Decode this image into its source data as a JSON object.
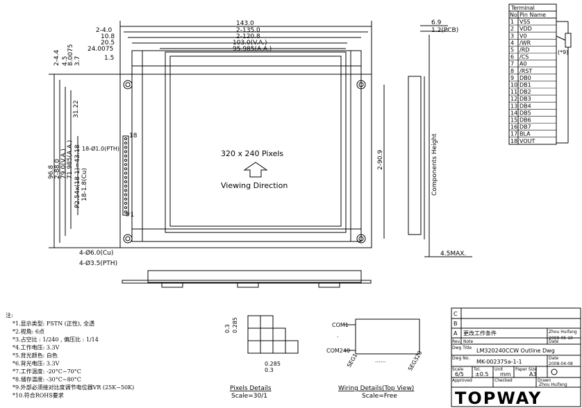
{
  "terminal": {
    "title": "Terminal",
    "header_no": "No.",
    "header_name": "Pin Name",
    "pins": [
      {
        "no": "1",
        "name": "VSS"
      },
      {
        "no": "2",
        "name": "VDD"
      },
      {
        "no": "3",
        "name": "V0"
      },
      {
        "no": "4",
        "name": "/WR"
      },
      {
        "no": "5",
        "name": "/RD"
      },
      {
        "no": "6",
        "name": "/CS"
      },
      {
        "no": "7",
        "name": "A0"
      },
      {
        "no": "8",
        "name": "/RST"
      },
      {
        "no": "9",
        "name": "DB0"
      },
      {
        "no": "10",
        "name": "DB1"
      },
      {
        "no": "11",
        "name": "DB2"
      },
      {
        "no": "12",
        "name": "DB3"
      },
      {
        "no": "13",
        "name": "DB4"
      },
      {
        "no": "14",
        "name": "DB5"
      },
      {
        "no": "15",
        "name": "DB6"
      },
      {
        "no": "16",
        "name": "DB7"
      },
      {
        "no": "17",
        "name": "BLA"
      },
      {
        "no": "18",
        "name": "VOUT"
      }
    ],
    "pot_note": "(*9)"
  },
  "dims_top": {
    "d1": "143.0",
    "d2": "2-4.0",
    "d3": "2-135.0",
    "d4": "10.8",
    "d5": "2-120.8",
    "d6": "20.5",
    "d7": "103.0(V.A.)",
    "d8": "24.0075",
    "d9": "95.985(A.A.)",
    "d10": "1.5",
    "d11": "6.9",
    "d12": "1.2(PCB)"
  },
  "dims_left": {
    "a1": "2-4.4",
    "a2": "4.5",
    "a3": "8.0075",
    "a4": "3.7",
    "a5": "31.22",
    "a6": "96.8",
    "a7": "2-88.0",
    "a8": "79.0(V.A.)",
    "a9": "71.985(A.A.)",
    "a10": "P2.54x(18-1)=43.18",
    "a11": "18-1.8(Cu)",
    "a12": "18-Ø1.0(PTH)",
    "a13": "18",
    "a14": "#1"
  },
  "dims_right": {
    "r1": "2-90.9",
    "r2": "Components Height",
    "r3": "4.5MAX."
  },
  "holes": {
    "h1": "4-Ø6.0(Cu)",
    "h2": "4-Ø3.5(PTH)"
  },
  "display": {
    "resolution": "320 x 240 Pixels",
    "viewing": "Viewing Direction"
  },
  "notes": {
    "title": "注:",
    "lines": [
      "*1.显示类型: FSTN (正性), 全透",
      "*2.视角: 6点",
      "*3.占空比 : 1/240 , 偏压比 : 1/14",
      "*4.工作电压: 3.3V",
      "*5.背光颜色: 白色",
      "*6.背光电压: 3.3V",
      "*7.工作温度: -20°C~70°C",
      "*8.储存温度: -30°C~80°C",
      "*9.外部必须接对比度调节电位器VR (25K~50K)",
      "*10.符合ROHS要求"
    ]
  },
  "pixel_details": {
    "d1": "0.3",
    "d2": "0.285",
    "d3": "0.285",
    "d4": "0.3",
    "caption": "Pixels Details",
    "scale": "Scale=30/1"
  },
  "wiring": {
    "com1": "COM1",
    "dots": ".",
    "com240": "COM240",
    "seg1": "SEG1",
    "segdots": "......",
    "seg320": "SEG320",
    "caption": "Wiring Details(Top View)",
    "scale": "Scale=Free"
  },
  "title_block": {
    "rowC": "C",
    "rowB": "B",
    "rowA": "A",
    "changeNote": "更改工作条件",
    "rev_author": "Zhou Huifang",
    "rev_date": "2008-05-10",
    "rev": "Rev.",
    "note": "Note",
    "date": "Date",
    "dwg_title_label": "Dwg Title",
    "dwg_title": "LM320240CCW Outline Dwg",
    "dwg_no_label": "Dwg No.",
    "dwg_no": "MK-002375a-1-1",
    "date_label": "Date",
    "date_val": "2008-04-08",
    "scale_label": "Scale",
    "scale_val": "6/5",
    "tol_label": "Tol.",
    "tol_val": "±0.5",
    "unit_label": "Unit",
    "unit_val": "mm",
    "paper_label": "Paper Size",
    "paper_val": "A3",
    "approved": "Approved",
    "checked": "Checked",
    "drawn": "Drawn",
    "drawn_by": "Zhou Huifang",
    "logo": "TOPWAY"
  }
}
